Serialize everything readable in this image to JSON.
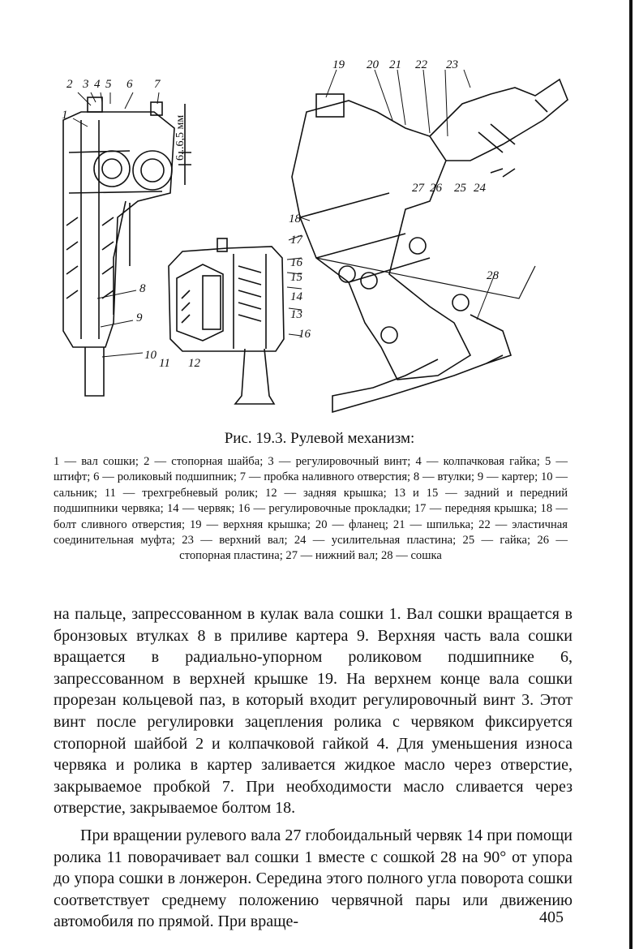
{
  "figure": {
    "callouts": [
      "1",
      "2",
      "3",
      "4",
      "5",
      "6",
      "7",
      "8",
      "9",
      "10",
      "11",
      "12",
      "13",
      "14",
      "15",
      "16",
      "17",
      "18",
      "19",
      "20",
      "21",
      "22",
      "23",
      "24",
      "25",
      "26",
      "27",
      "28"
    ],
    "dimension": "6...6,5 мм"
  },
  "caption": {
    "title": "Рис. 19.3. Рулевой механизм:",
    "legend": "1 — вал сошки; 2 — стопорная шайба; 3 — регулировочный винт; 4 — колпачковая гайка; 5 — штифт; 6 — роликовый подшипник; 7 — пробка наливного отверстия; 8 — втулки; 9 — картер; 10 — сальник; 11 — трехгребневый ролик; 12 — задняя крышка; 13 и 15 — задний и передний подшипники червяка; 14 — червяк; 16 — регулировочные прокладки; 17 — передняя крышка; 18 — болт сливного отверстия; 19 — верхняя крышка; 20 — фланец; 21 — шпилька; 22 — эластичная соединительная муфта; 23 — верхний вал; 24 — усилительная пластина; 25 — гайка; 26 — стопорная пластина; 27 — нижний вал; 28 — сошка"
  },
  "body": {
    "paragraph1": "на пальце, запрессованном в кулак вала сошки 1. Вал сошки вращается в бронзовых втулках 8 в приливе картера 9. Верхняя часть вала сошки вращается в радиально-упорном роликовом подшипнике 6, запрессованном в верхней крышке 19. На верхнем конце вала сошки прорезан кольцевой паз, в который входит регулировочный винт 3. Этот винт после регулировки зацепления ролика с червяком фиксируется стопорной шайбой 2 и колпачковой гайкой 4. Для уменьшения износа червяка и ролика в картер заливается жидкое масло через отверстие, закрываемое пробкой 7. При необходимости масло сливается через отверстие, закрываемое болтом 18.",
    "paragraph2": "При вращении рулевого вала 27 глобоидальный червяк 14 при помощи ролика 11 поворачивает вал сошки 1 вместе с сошкой 28 на 90° от упора до упора сошки в лонжерон. Середина этого полного угла поворота сошки соответствует среднему положению червячной пары или движению автомобиля по прямой. При враще-"
  },
  "page_number": "405"
}
